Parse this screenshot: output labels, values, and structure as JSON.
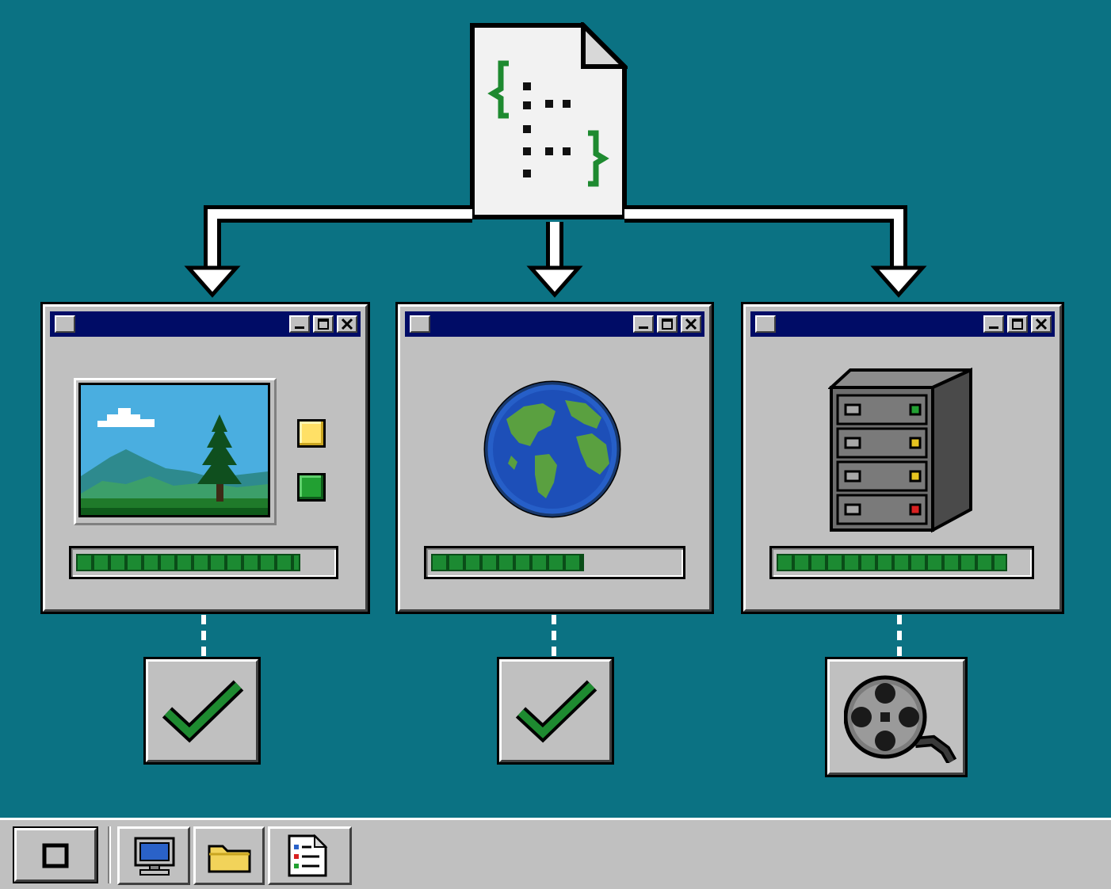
{
  "colors": {
    "desktop": "#0b7283",
    "titlebar": "#000c66",
    "window_face": "#c0c0c0",
    "progress_green": "#1c8a32",
    "check_green": "#1e8a30",
    "bracket_green": "#1e8a30"
  },
  "source": {
    "icon": "code-document-icon"
  },
  "windows": [
    {
      "id": "image",
      "icon": "landscape-picture-icon",
      "progress_percent": 88,
      "status_icon": "checkmark-icon",
      "status": "done"
    },
    {
      "id": "web",
      "icon": "globe-icon",
      "progress_percent": 62,
      "status_icon": "checkmark-icon",
      "status": "done"
    },
    {
      "id": "server",
      "icon": "server-tower-icon",
      "progress_percent": 92,
      "status_icon": "film-reel-icon",
      "status": "processing"
    }
  ],
  "titlebar_buttons": [
    "minimize-icon",
    "maximize-icon",
    "close-icon"
  ],
  "taskbar": {
    "start_icon": "square-icon",
    "items": [
      "my-computer-icon",
      "folder-icon",
      "document-list-icon"
    ]
  }
}
